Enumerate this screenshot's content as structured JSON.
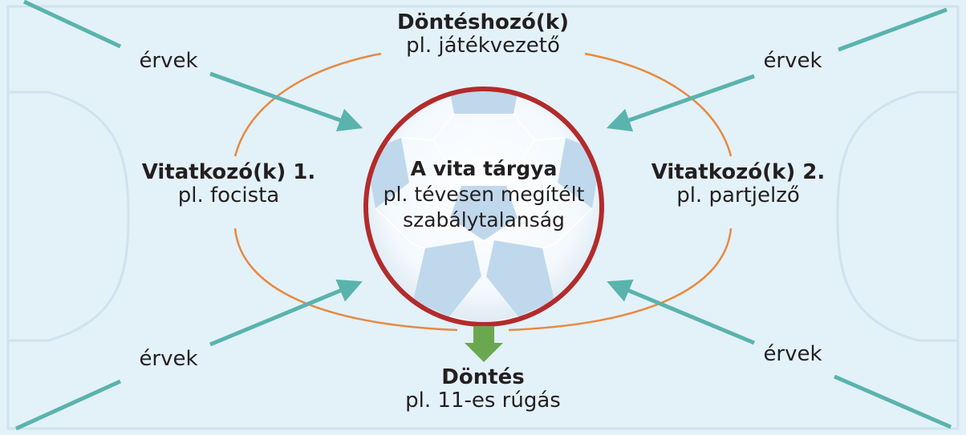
{
  "decision_maker": {
    "title": "Döntéshozó(k)",
    "example": "pl. játékvezető"
  },
  "debater_1": {
    "title": "Vitatkozó(k) 1.",
    "example": "pl. focista"
  },
  "debater_2": {
    "title": "Vitatkozó(k) 2.",
    "example": "pl. partjelző"
  },
  "subject": {
    "title": "A vita tárgya",
    "line1": "pl. tévesen megítélt",
    "line2": "szabálytalanság"
  },
  "decision": {
    "title": "Döntés",
    "example": "pl. 11-es rúgás"
  },
  "arguments": {
    "top_left": "érvek",
    "top_right": "érvek",
    "bottom_left": "érvek",
    "bottom_right": "érvek"
  },
  "colors": {
    "background": "#e3f1f9",
    "field_lines": "#cfe3ee",
    "arrows": "#5ab3ad",
    "ellipse": "#e8893f",
    "ball_ring": "#b32b2b",
    "ball_patches": "#c0d8ec",
    "decision_arrow": "#6aa84f"
  }
}
